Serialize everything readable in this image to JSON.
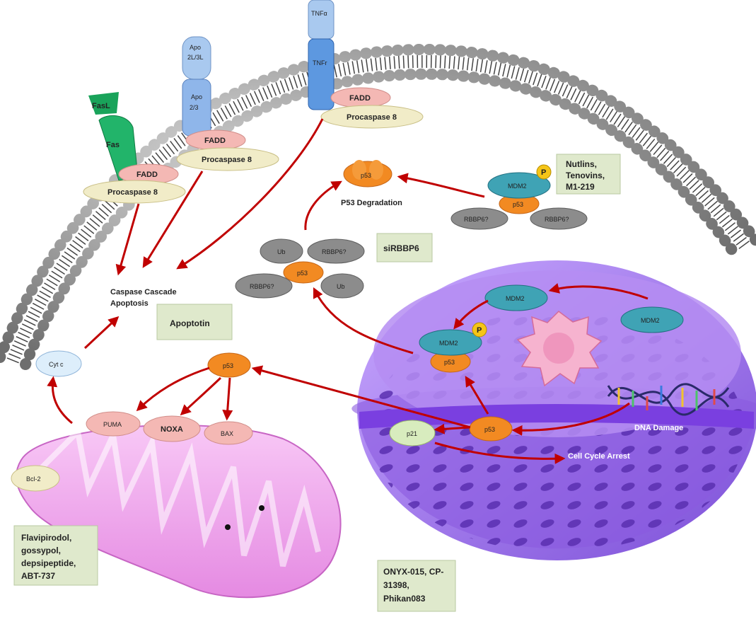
{
  "receptors": {
    "fasl": "FasL",
    "fas": "Fas",
    "apo_ligand": [
      "Apo",
      "2L/3L"
    ],
    "apo_receptor": [
      "Apo",
      "2/3"
    ],
    "tnfa": "TNFα",
    "tnfr": "TNFr"
  },
  "adaptors": {
    "fadd": "FADD",
    "procaspase": "Procaspase 8"
  },
  "cascade": {
    "line1": "Caspase Cascade",
    "line2": "Apoptosis"
  },
  "proteins": {
    "cytc": "Cyt c",
    "p53": "p53",
    "puma": "PUMA",
    "noxa": "NOXA",
    "bax": "BAX",
    "bcl2": "Bcl-2",
    "p21": "p21",
    "mdm2": "MDM2",
    "phospho": "P",
    "ub": "Ub",
    "rbbp6": "RBBP6?"
  },
  "labels": {
    "degradation": "P53 Degradation",
    "dna_damage": "DNA Damage",
    "cell_cycle": "Cell Cycle Arrest"
  },
  "drugs": {
    "apoptotin": [
      "Apoptotin"
    ],
    "sirbbp6": [
      "siRBBP6"
    ],
    "nutlins": [
      "Nutlins,",
      "Tenovins,",
      "M1-219"
    ],
    "flavi": [
      "Flavipirodol,",
      "gossypol,",
      "depsipeptide,",
      "ABT-737"
    ],
    "onyx": [
      "ONYX-015, CP-",
      "31398,",
      "Phikan083"
    ]
  },
  "colors": {
    "arrow": "#c00000",
    "fadd": "#f4b8b4",
    "procaspase": "#f1ecc8",
    "p53": "#f28a22",
    "mdm2": "#3fa3b5",
    "drug_box": "#dfe9cc",
    "nucleus": "#9b6fe8",
    "mitochondrion": "#f2a6f0",
    "membrane": "#8a8a8a"
  }
}
